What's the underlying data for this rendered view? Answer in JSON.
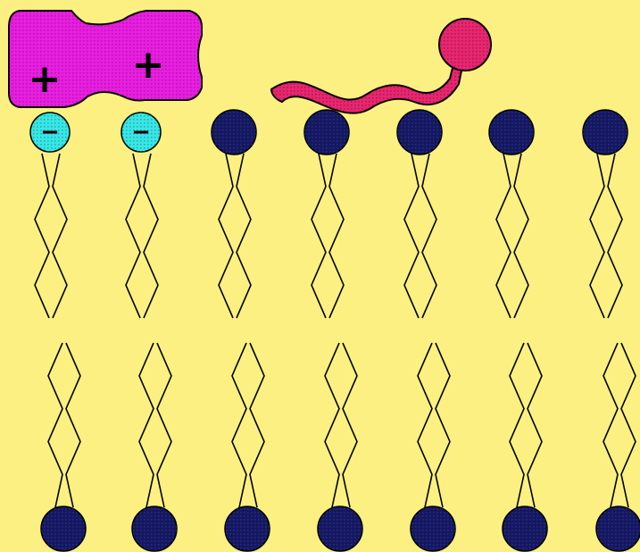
{
  "colors": {
    "background": "#fbf081",
    "protein_fill": "#e81ee0",
    "protein_dots": "#8a1187",
    "peptide_fill": "#e8266f",
    "peptide_dots": "#7b123a",
    "anionic_head": "#39e6e6",
    "anionic_dots": "#0f8f8f",
    "neutral_head": "#15185f",
    "neutral_dots": "#303a9a",
    "outline": "#000000"
  },
  "charges": {
    "protein": [
      "+",
      "+"
    ],
    "anionic_lipid": "−"
  },
  "lipids": {
    "top_leaflet": [
      "anionic",
      "anionic",
      "neutral",
      "neutral",
      "neutral",
      "neutral",
      "neutral"
    ],
    "bottom_leaflet": [
      "neutral",
      "neutral",
      "neutral",
      "neutral",
      "neutral",
      "neutral",
      "neutral"
    ]
  },
  "icons": {
    "protein": "positively-charged-protein-blob",
    "peptide": "amphipathic-peptide-tail",
    "lipid": "phospholipid-with-two-tails"
  }
}
